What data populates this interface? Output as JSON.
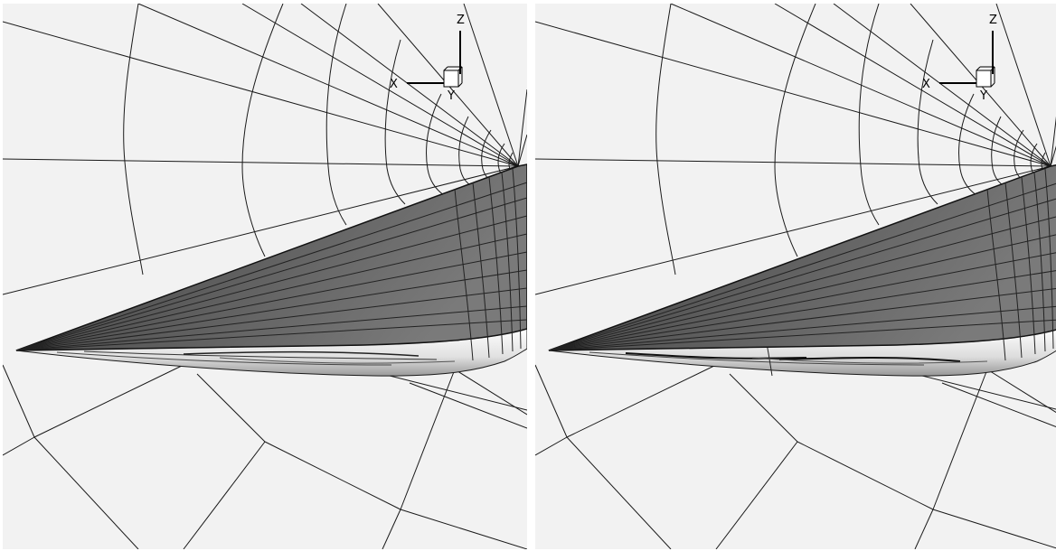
{
  "panels": [
    {
      "id": "left",
      "axes": {
        "x_label": "X",
        "y_label": "Y",
        "z_label": "Z"
      }
    },
    {
      "id": "right",
      "axes": {
        "x_label": "X",
        "y_label": "Y",
        "z_label": "Z"
      }
    }
  ],
  "colors": {
    "background": "#f2f2f2",
    "surface_upper": "#6a6a6a",
    "surface_lower": "#ffffff",
    "grid_line": "#1a1a1a"
  }
}
